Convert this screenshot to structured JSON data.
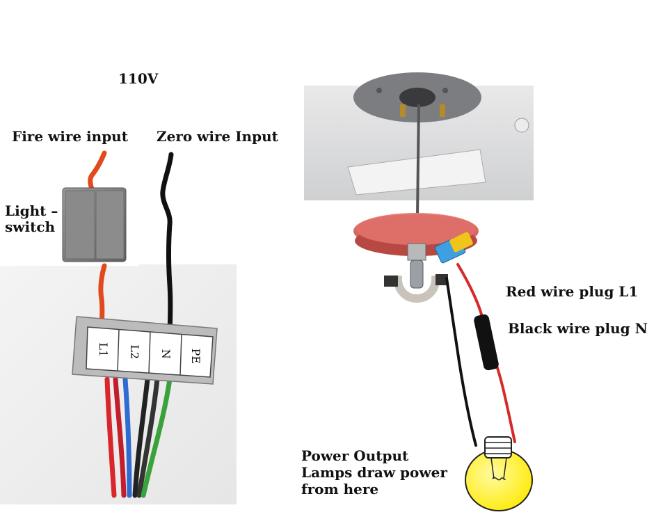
{
  "voltage": "110V",
  "left": {
    "fire_wire_label": "Fire wire input",
    "zero_wire_label": "Zero wire Input",
    "switch_label_line1": "Light –",
    "switch_label_line2": "switch",
    "terminals": [
      "L1",
      "L2",
      "N",
      "PE"
    ]
  },
  "right": {
    "red_wire_label": "Red wire plug L1",
    "black_wire_label": "Black wire plug N",
    "output_line1": "Power Output",
    "output_line2": "Lamps draw power",
    "output_line3": "from here"
  },
  "colors": {
    "fire_wire": "#e04a1c",
    "zero_wire": "#111111",
    "red_wire": "#d42a2a",
    "bulb": "#fff03a",
    "motor_plate": "#d9665f"
  }
}
